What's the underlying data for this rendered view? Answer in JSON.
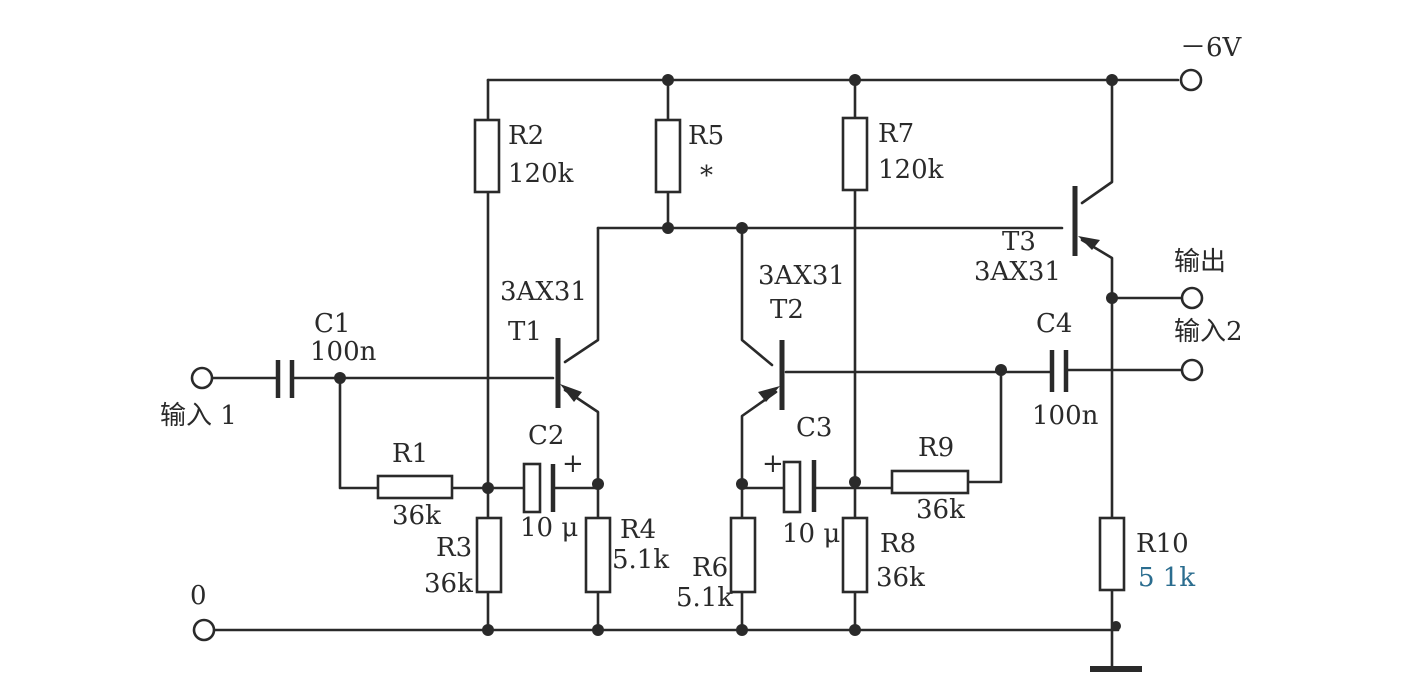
{
  "supply": {
    "label": "－6V"
  },
  "ground": {
    "label": "0"
  },
  "terminals": {
    "input1": "输入 1",
    "input2": "输入2",
    "output": "输出"
  },
  "resistors": [
    {
      "ref": "R1",
      "value": "36k"
    },
    {
      "ref": "R2",
      "value": "120k"
    },
    {
      "ref": "R3",
      "value": "36k"
    },
    {
      "ref": "R4",
      "value": "5.1k"
    },
    {
      "ref": "R5",
      "value": "*"
    },
    {
      "ref": "R6",
      "value": "5.1k"
    },
    {
      "ref": "R7",
      "value": "120k"
    },
    {
      "ref": "R8",
      "value": "36k"
    },
    {
      "ref": "R9",
      "value": "36k"
    },
    {
      "ref": "R10",
      "value": "5 1k"
    }
  ],
  "capacitors": [
    {
      "ref": "C1",
      "value": "100n"
    },
    {
      "ref": "C2",
      "value": "10 μ",
      "polarity": "+"
    },
    {
      "ref": "C3",
      "value": "10 μ",
      "polarity": "+"
    },
    {
      "ref": "C4",
      "value": "100n"
    }
  ],
  "transistors": [
    {
      "ref": "T1",
      "model": "3AX31"
    },
    {
      "ref": "T2",
      "model": "3AX31"
    },
    {
      "ref": "T3",
      "model": "3AX31"
    }
  ],
  "colors": {
    "ink": "#2a2a2a",
    "r10_value": "#2b6d8f"
  }
}
